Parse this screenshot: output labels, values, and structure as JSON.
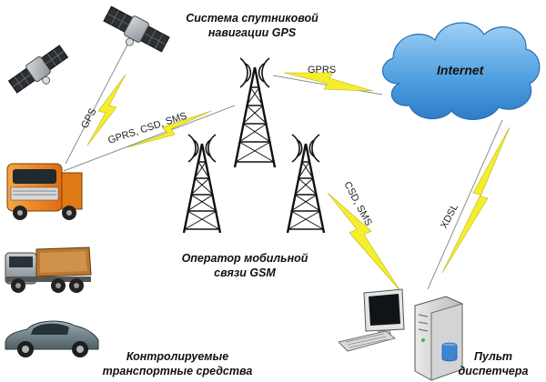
{
  "labels": {
    "gps_system_line1": "Система спутниковой",
    "gps_system_line2": "навигации GPS",
    "operator_line1": "Оператор мобильной",
    "operator_line2": "связи GSM",
    "vehicles_line1": "Контролируемые",
    "vehicles_line2": "транспортные средства",
    "dispatcher_line1": "Пульт",
    "dispatcher_line2": "диспетчера",
    "internet": "Internet"
  },
  "links": {
    "gps": "GPS",
    "gprs_csd_sms": "GPRS, CSD, SMS",
    "gprs": "GPRS",
    "csd_sms": "CSD, SMS",
    "xdsl": "XDSL"
  },
  "icons": {
    "satellites": [
      "satellite-icon",
      "satellite-icon"
    ],
    "towers": [
      "cell-tower-icon",
      "cell-tower-icon",
      "cell-tower-icon"
    ],
    "vehicles": [
      "truck-icon",
      "dump-truck-icon",
      "car-icon"
    ],
    "workstation": [
      "monitor-icon",
      "keyboard-icon",
      "server-icon",
      "database-icon"
    ],
    "network": "cloud-icon"
  },
  "colors": {
    "lightning": "#f4ef2a",
    "cloud": "#5ea8e6",
    "truck_cab": "#f28a1e",
    "dump_truck": "#9aa3aa",
    "car": "#6b7f86"
  }
}
